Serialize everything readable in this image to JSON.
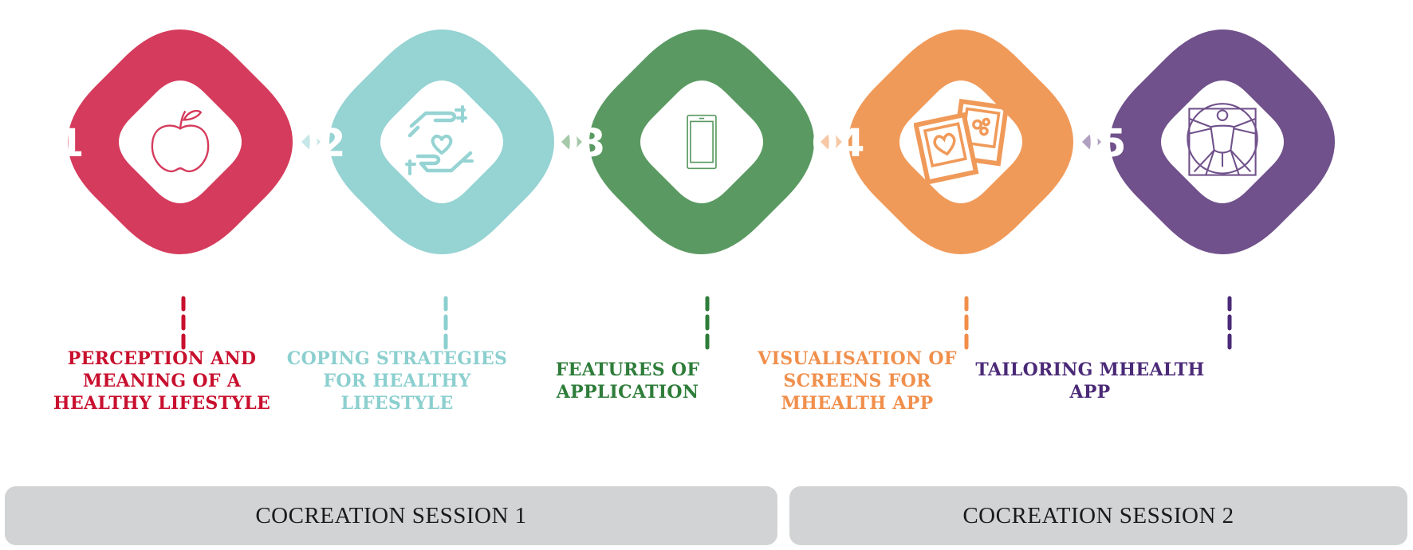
{
  "steps": [
    {
      "number": "01",
      "title": "PERCEPTION AND\nMEANING OF A\nHEALTHY LIFESTYLE",
      "color": "#d53b5c",
      "text_color": "#c8102e",
      "icon": "apple-icon"
    },
    {
      "number": "02",
      "title": "COPING STRATEGIES\nFOR HEALTHY\nLIFESTYLE",
      "color": "#96d3d3",
      "text_color": "#8ccfcf",
      "icon": "helping-hands-heart-icon"
    },
    {
      "number": "03",
      "title": "FEATURES OF\nAPPLICATION",
      "color": "#5a9a62",
      "text_color": "#2e7d3a",
      "icon": "smartphone-icon"
    },
    {
      "number": "04",
      "title": "VISUALISATION OF\nSCREENS FOR\nMHEALTH APP",
      "color": "#f09a5a",
      "text_color": "#f08f4c",
      "icon": "photo-cards-icon"
    },
    {
      "number": "05",
      "title": "TAILORING MHEALTH\nAPP",
      "color": "#70518b",
      "text_color": "#4b2a78",
      "icon": "vitruvian-man-icon"
    }
  ],
  "sessions": [
    {
      "label": "COCREATION SESSION 1"
    },
    {
      "label": "COCREATION SESSION 2"
    }
  ]
}
